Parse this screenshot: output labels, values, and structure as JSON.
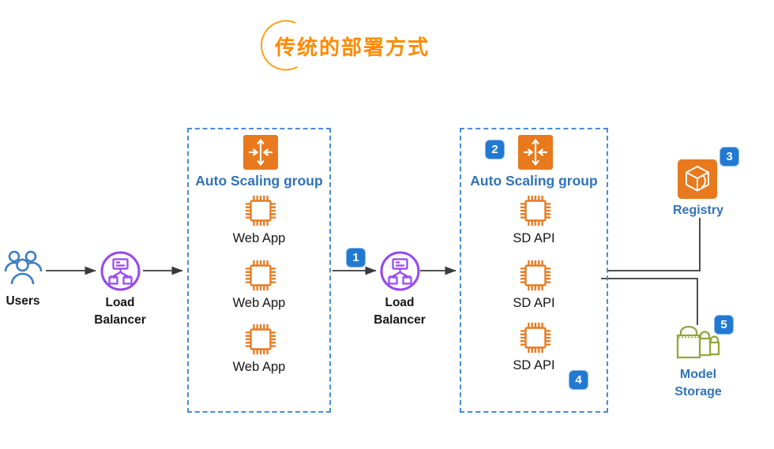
{
  "title": {
    "text": "传统的部署方式"
  },
  "diagram": {
    "users": {
      "label": "Users"
    },
    "load_balancer_1": {
      "label": "Load Balancer"
    },
    "load_balancer_2": {
      "label": "Load Balancer"
    },
    "asg_web": {
      "title": "Auto Scaling group",
      "items": [
        "Web App",
        "Web App",
        "Web App"
      ]
    },
    "asg_sd": {
      "title": "Auto Scaling group",
      "items": [
        "SD API",
        "SD API",
        "SD API"
      ]
    },
    "registry": {
      "label": "Registry"
    },
    "model_storage": {
      "label": "Model Storage"
    },
    "badges": {
      "step1": "1",
      "step2": "2",
      "step3": "3",
      "step4": "4",
      "step5": "5"
    }
  },
  "icons": {
    "users": "users-icon",
    "load_balancer": "load-balancer-icon",
    "auto_scaling": "auto-scaling-icon",
    "compute": "chip-icon",
    "registry": "container-registry-icon",
    "model_storage": "storage-buckets-icon"
  },
  "colors": {
    "title_orange": "#FF8A00",
    "aws_orange": "#E8791D",
    "purple": "#9747F0",
    "users_blue": "#3D7DC5",
    "label_blue": "#2F73B8",
    "badge_blue": "#2279D2",
    "group_border_blue": "#4A8BD5",
    "line_gray": "#3A3A3A",
    "storage_green": "#93A73C"
  }
}
